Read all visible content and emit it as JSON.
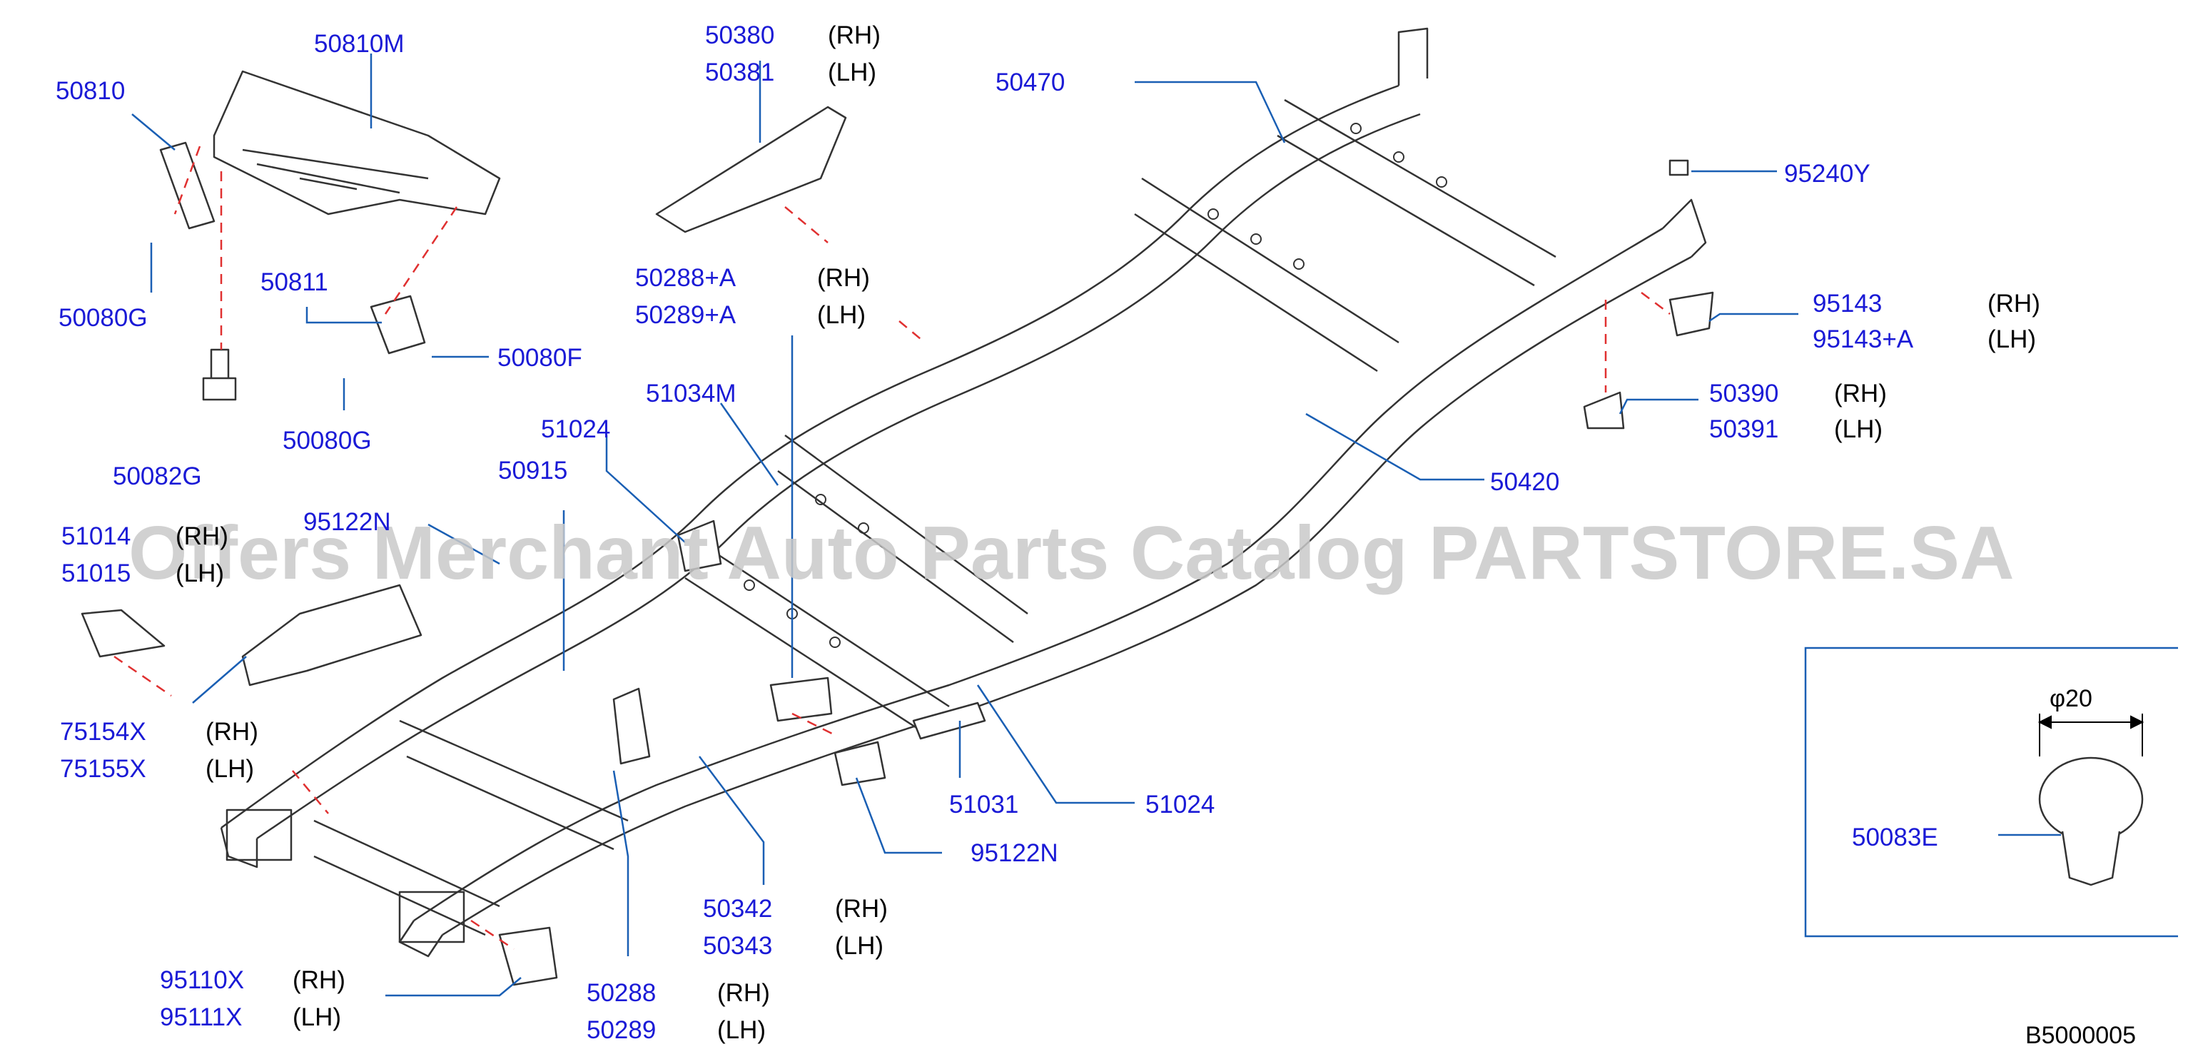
{
  "diagram_ref": "B5000005",
  "watermark": "Offers Merchant Auto Parts Catalog PARTSTORE.SA",
  "colors": {
    "part_number": "#1a1ad6",
    "side_text": "#000000",
    "leader": "#1a5fb4",
    "dash": "#e03030",
    "line": "#333333",
    "watermark": "#c9c9c9"
  },
  "side": {
    "rh": "(RH)",
    "lh": "(LH)"
  },
  "parts": {
    "p50810M": "50810M",
    "p50810": "50810",
    "p50080G_a": "50080G",
    "p50811": "50811",
    "p50080F": "50080F",
    "p50080G_b": "50080G",
    "p50082G": "50082G",
    "p50380": "50380",
    "p50381": "50381",
    "p50288A": "50288+A",
    "p50289A": "50289+A",
    "p50470": "50470",
    "p95240Y": "95240Y",
    "p95143": "95143",
    "p95143A": "95143+A",
    "p50390": "50390",
    "p50391": "50391",
    "p50420": "50420",
    "p51034M": "51034M",
    "p51024_a": "51024",
    "p50915": "50915",
    "p95122N_a": "95122N",
    "p51014": "51014",
    "p51015": "51015",
    "p75154X": "75154X",
    "p75155X": "75155X",
    "p51031": "51031",
    "p51024_b": "51024",
    "p95122N_b": "95122N",
    "p50342": "50342",
    "p50343": "50343",
    "p95110X": "95110X",
    "p95111X": "95111X",
    "p50288": "50288",
    "p50289": "50289",
    "p50083E": "50083E"
  },
  "inset": {
    "dimension": "φ20"
  }
}
